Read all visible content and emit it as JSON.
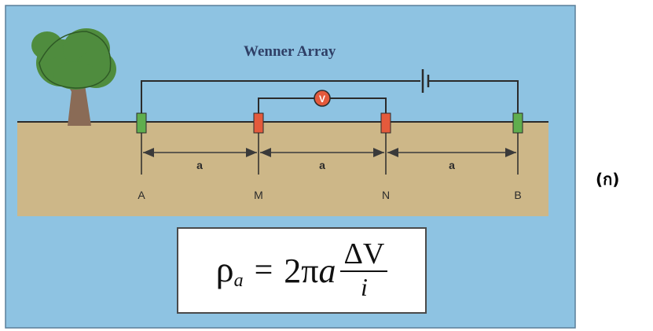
{
  "diagram": {
    "title": "Wenner Array",
    "voltmeter_symbol": "V",
    "spacing_labels": [
      "a",
      "a",
      "a"
    ],
    "electrodes": [
      {
        "label": "A",
        "role": "current"
      },
      {
        "label": "M",
        "role": "potential"
      },
      {
        "label": "N",
        "role": "potential"
      },
      {
        "label": "B",
        "role": "current"
      }
    ],
    "colors": {
      "sky": "#8ec3e2",
      "ground": "#cdb788",
      "current_electrode": "#5fae4e",
      "potential_electrode": "#e45a3c",
      "voltmeter": "#e45a3c",
      "tree_foliage": "#4f8c3e",
      "tree_trunk": "#8a6b56"
    },
    "icons": [
      "tree-icon",
      "battery-icon",
      "voltmeter-icon"
    ]
  },
  "formula": {
    "lhs_symbol": "ρ",
    "lhs_subscript": "a",
    "equals": "=",
    "coefficient": "2π",
    "variable": "a",
    "numerator": "ΔV",
    "denominator": "i"
  },
  "figure_label": "(ก)"
}
